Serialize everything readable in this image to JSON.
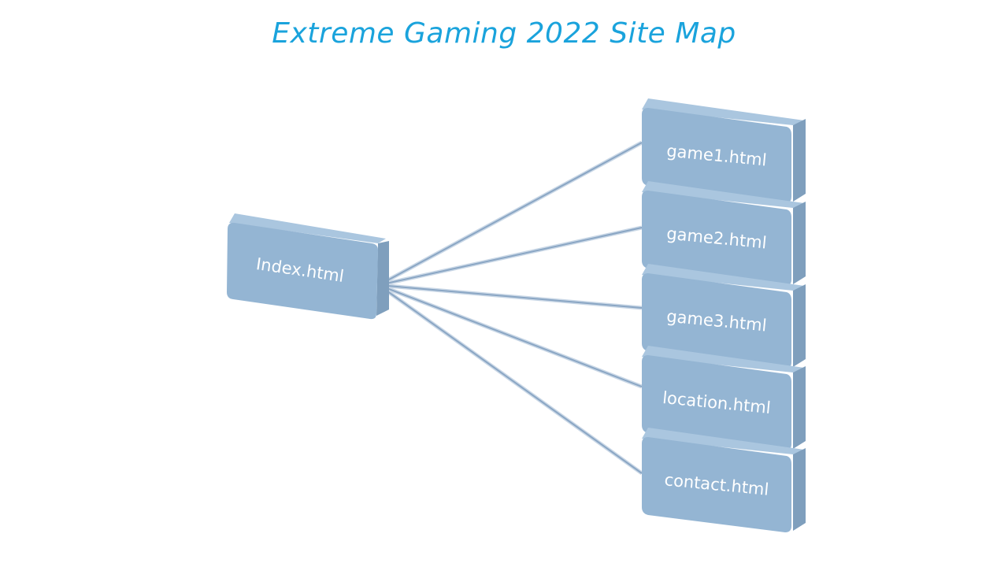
{
  "title": "Extreme Gaming 2022 Site Map",
  "colors": {
    "title": "#1aa3dc",
    "box_front": "#94b5d3",
    "box_top": "#aac6df",
    "box_side": "#7f9fbd",
    "connector": "#8aa6c4",
    "label": "#ffffff"
  },
  "root": {
    "label": "Index.html"
  },
  "pages": [
    {
      "label": "game1.html"
    },
    {
      "label": "game2.html"
    },
    {
      "label": "game3.html"
    },
    {
      "label": "location.html"
    },
    {
      "label": "contact.html"
    }
  ]
}
